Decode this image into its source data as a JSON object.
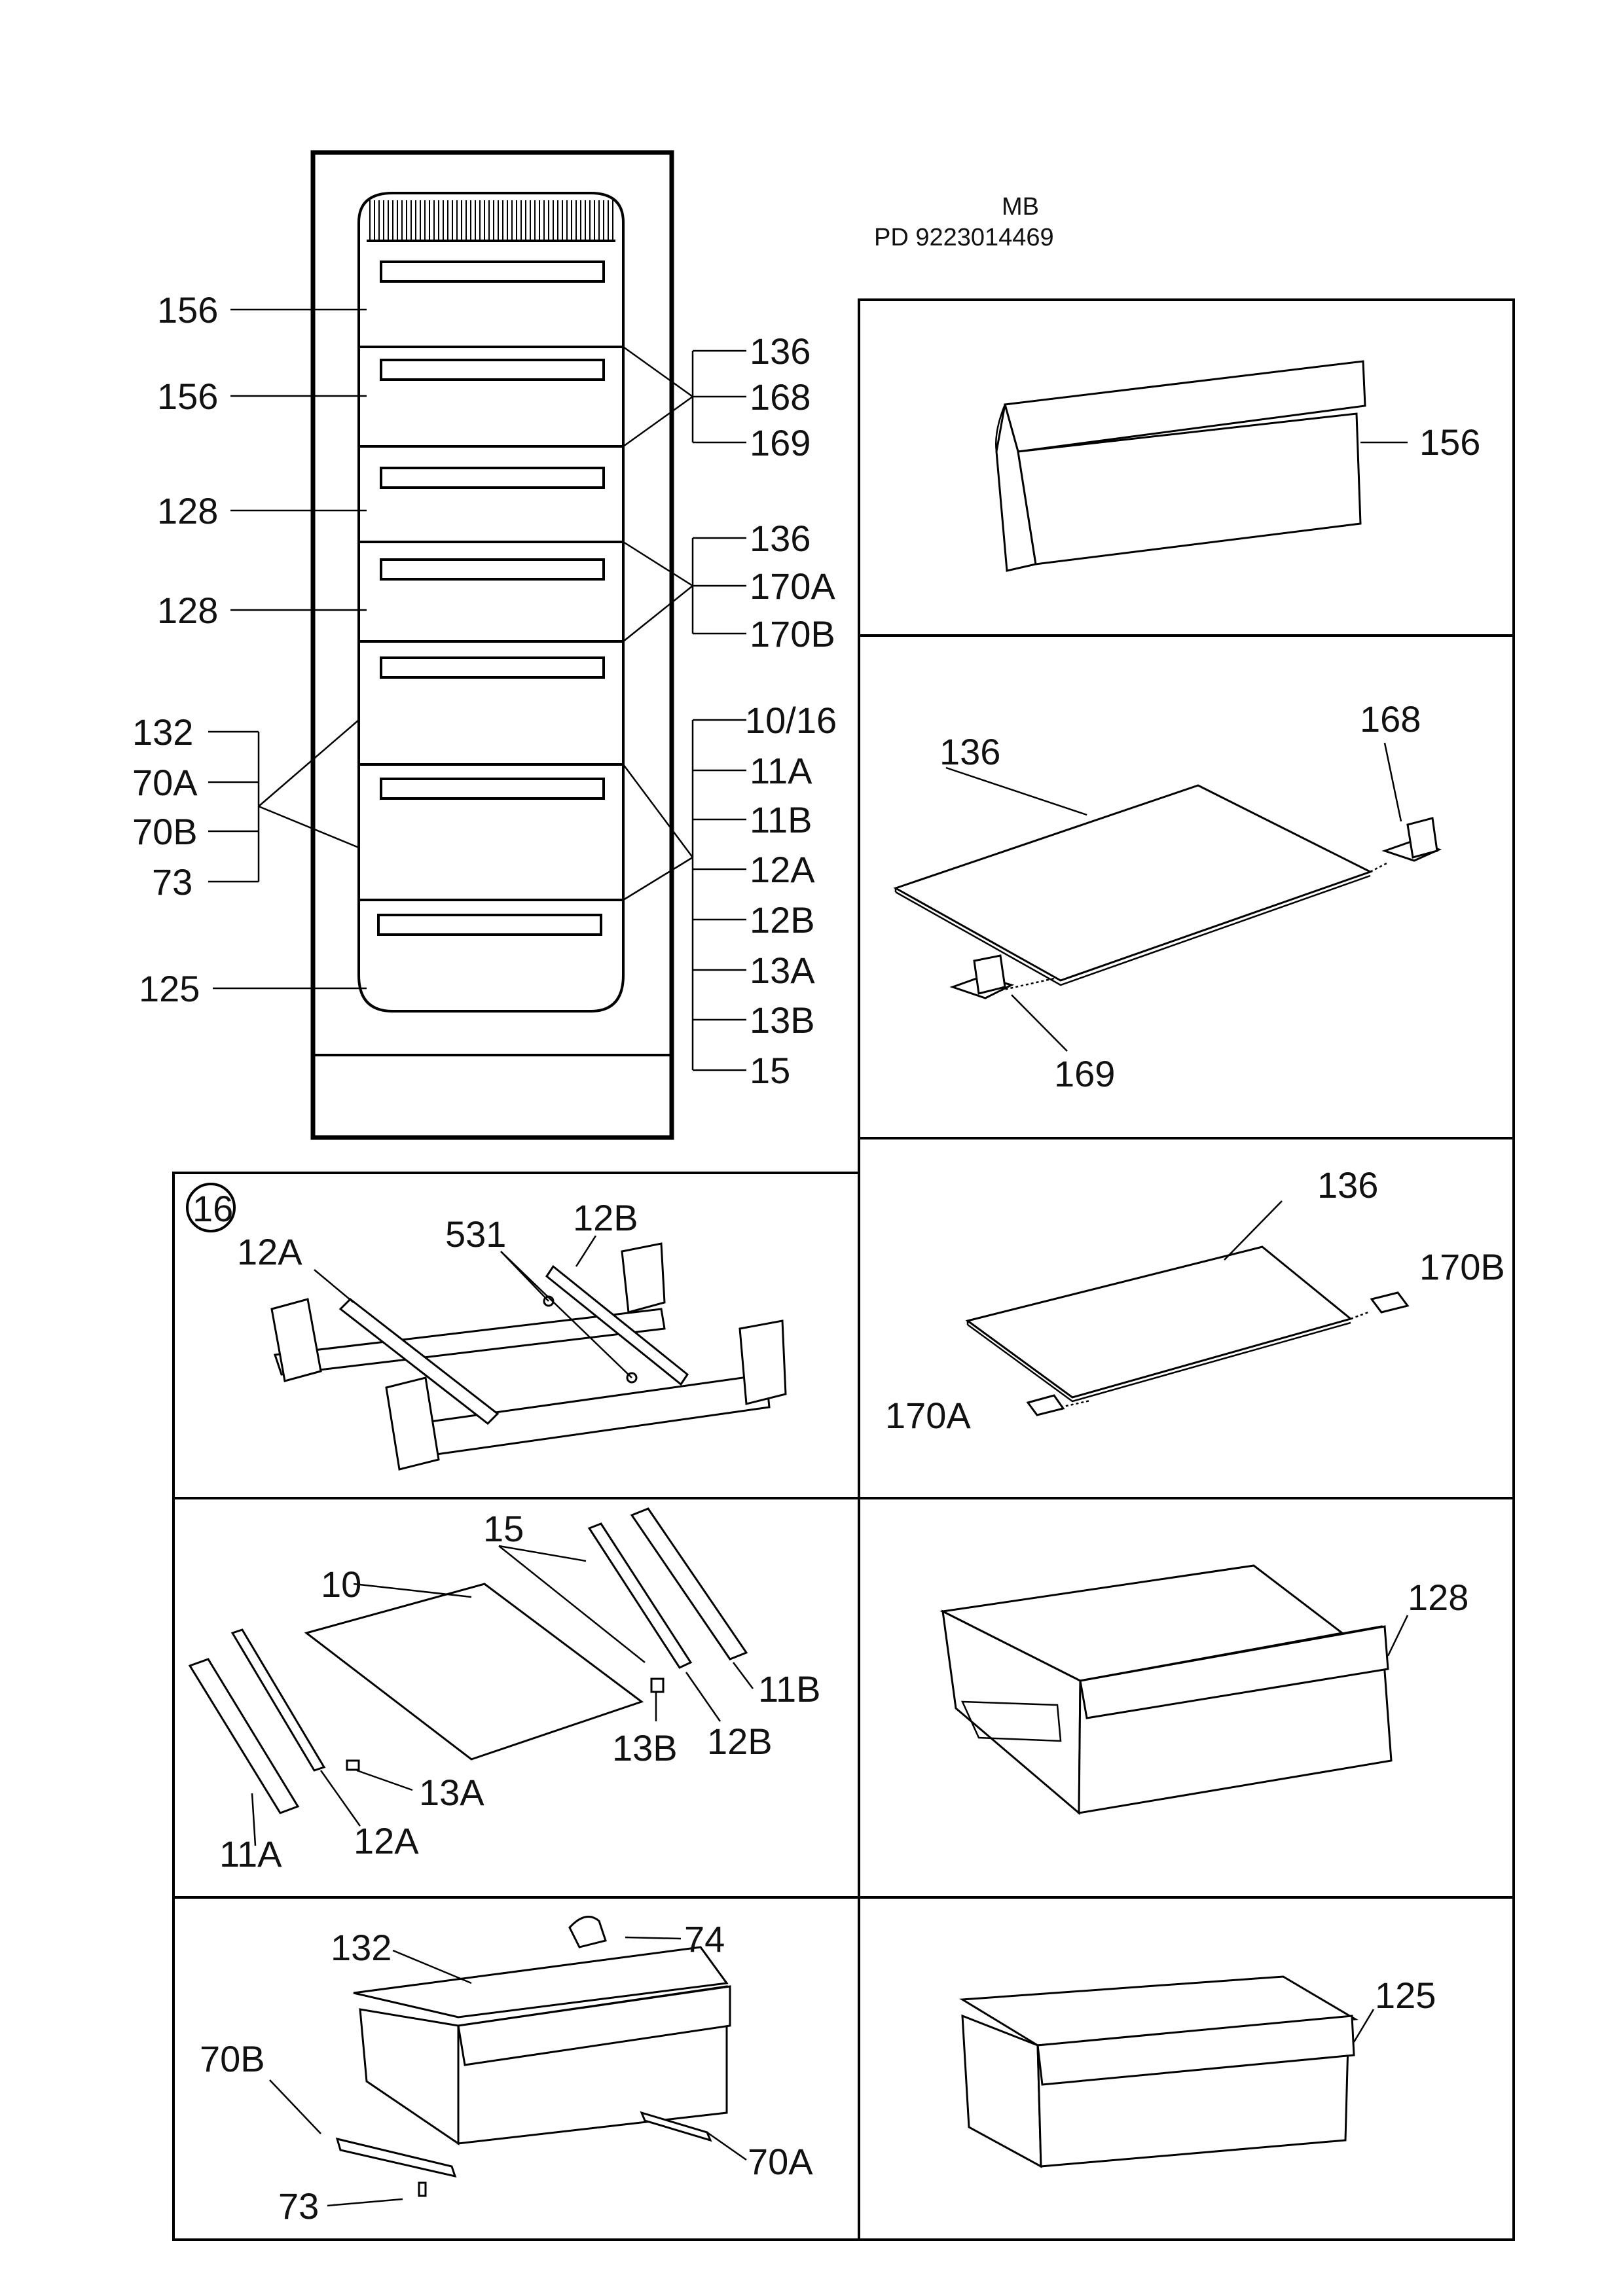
{
  "header": {
    "model": "MB",
    "pd": "PD 9223014469"
  },
  "cabinet_labels": {
    "left": [
      "156",
      "156",
      "128",
      "128",
      "132",
      "70A",
      "70B",
      "73",
      "125"
    ],
    "right_group1": [
      "136",
      "168",
      "169"
    ],
    "right_group2": [
      "136",
      "170A",
      "170B"
    ],
    "right_group3": [
      "10/16",
      "11A",
      "11B",
      "12A",
      "12B",
      "13A",
      "13B",
      "15"
    ]
  },
  "panels": {
    "door_shelf": {
      "labels": [
        "156"
      ]
    },
    "glass_shelf_a": {
      "labels": [
        "136",
        "168",
        "169"
      ]
    },
    "glass_shelf_b": {
      "labels": [
        "136",
        "170B",
        "170A"
      ]
    },
    "rail_assembly": {
      "badge": "16",
      "labels": [
        "12A",
        "531",
        "12B"
      ]
    },
    "rail_exploded": {
      "labels": [
        "15",
        "10",
        "11B",
        "12B",
        "13B",
        "13A",
        "11A",
        "12A"
      ]
    },
    "drawer_128": {
      "labels": [
        "128"
      ]
    },
    "drawer_132": {
      "labels": [
        "74",
        "132",
        "70B",
        "70A",
        "73"
      ]
    },
    "drawer_125": {
      "labels": [
        "125"
      ]
    }
  }
}
